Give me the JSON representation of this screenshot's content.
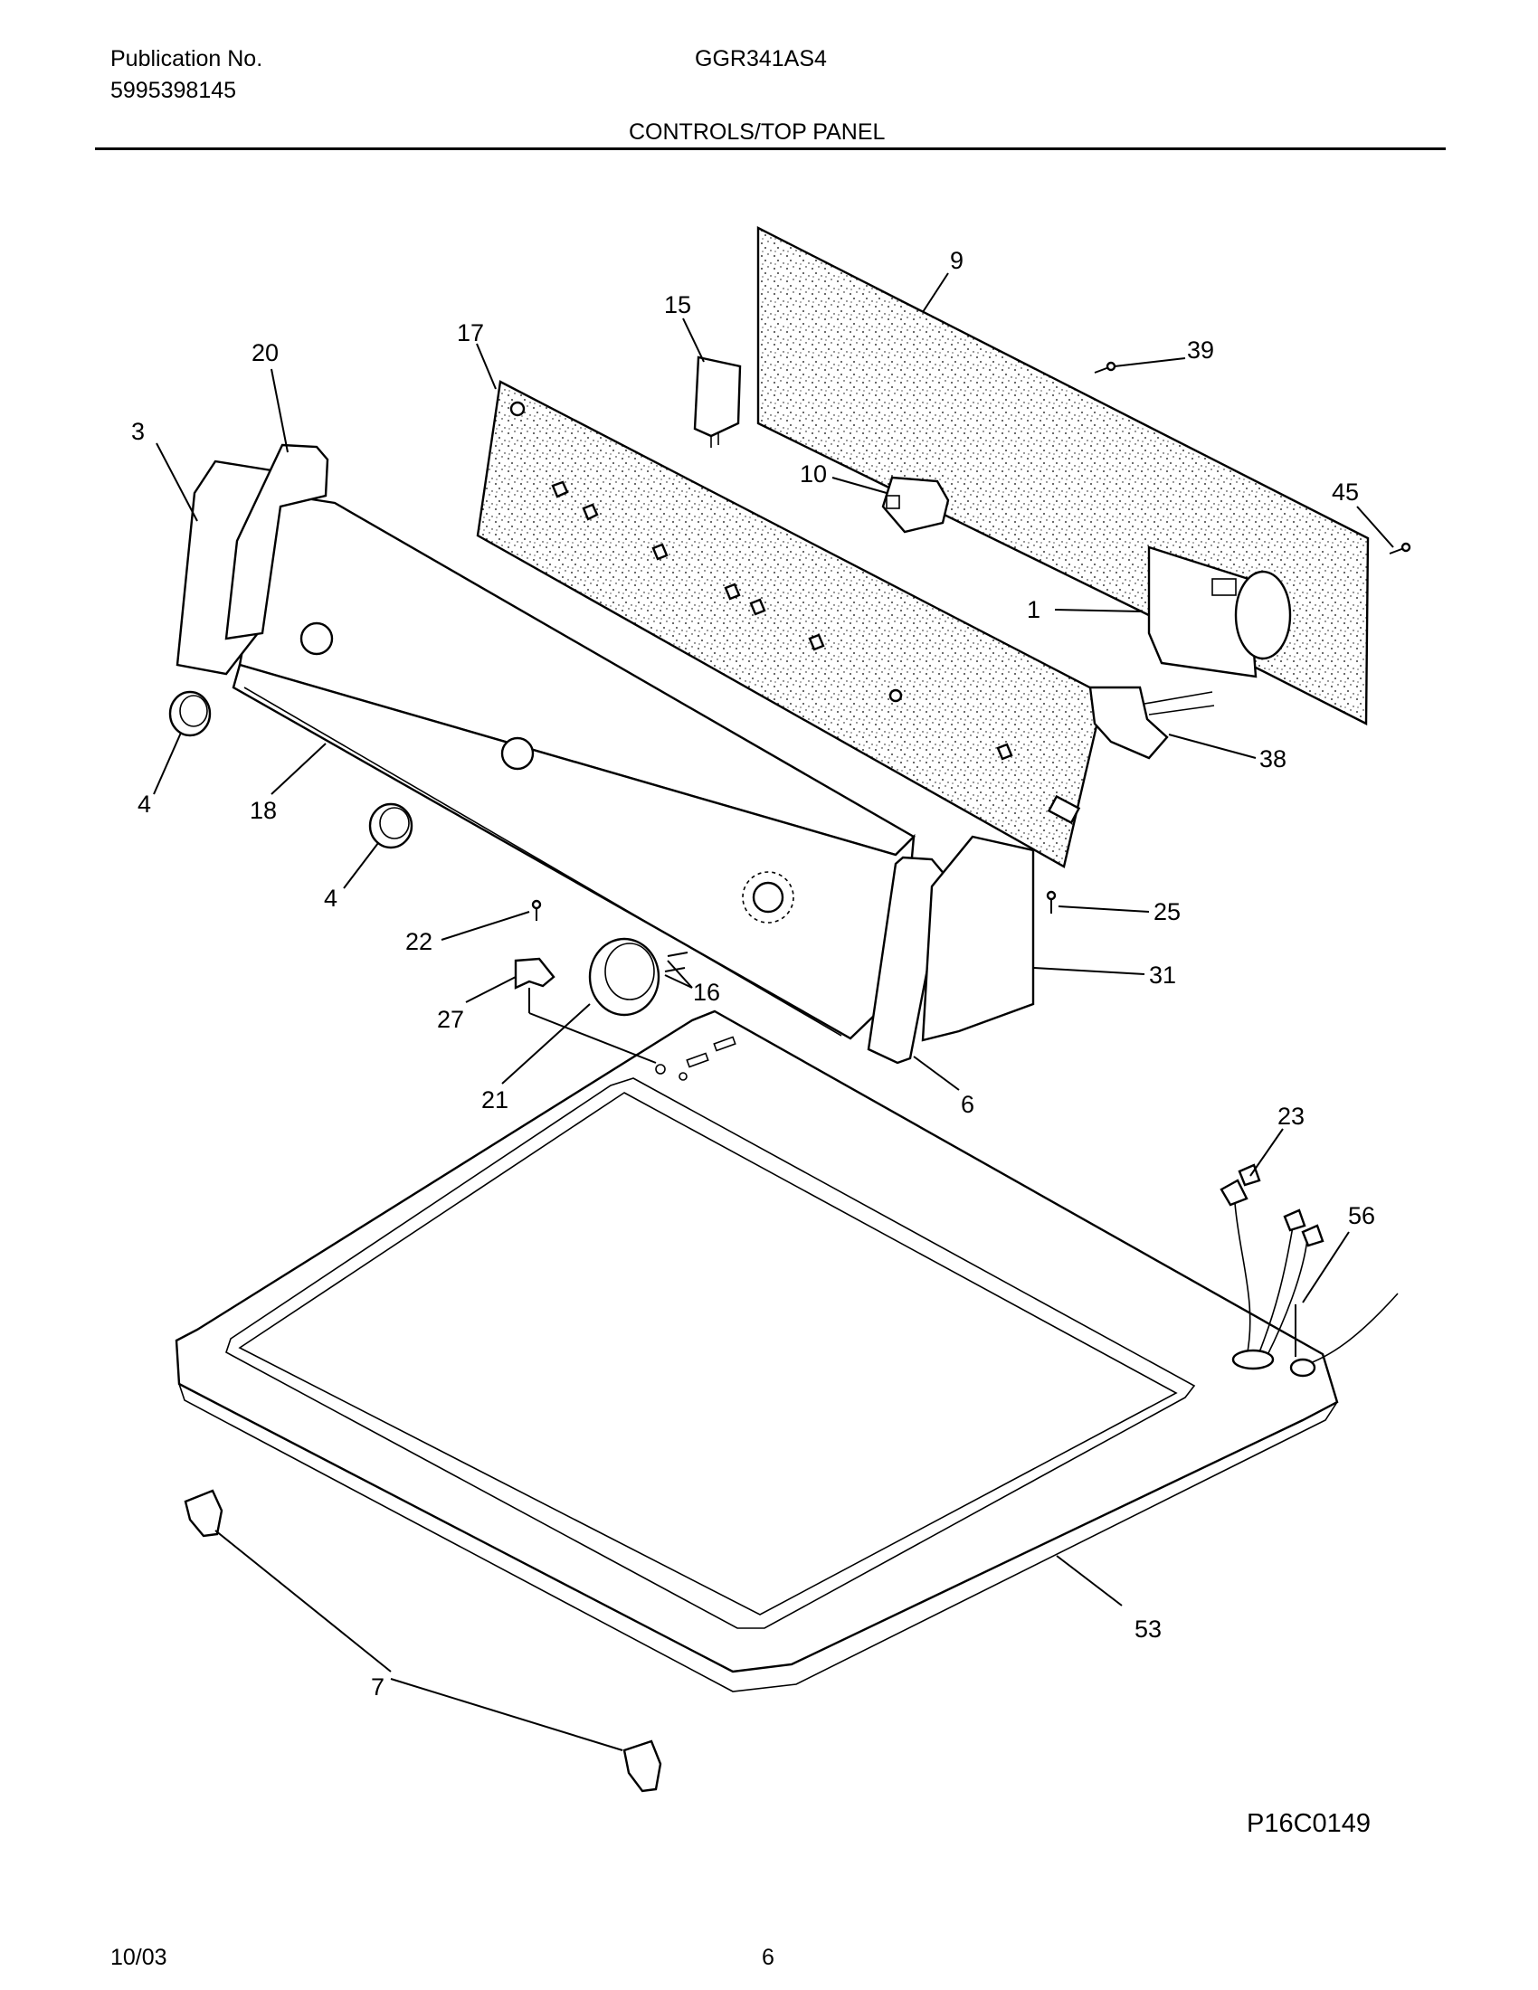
{
  "header": {
    "publication_label": "Publication No.",
    "publication_number": "5995398145",
    "model": "GGR341AS4",
    "section_title": "CONTROLS/TOP PANEL"
  },
  "diagram": {
    "code": "P16C0149",
    "callouts": [
      "9",
      "15",
      "39",
      "17",
      "20",
      "45",
      "3",
      "10",
      "1",
      "38",
      "4",
      "18",
      "4",
      "25",
      "22",
      "16",
      "31",
      "27",
      "21",
      "6",
      "23",
      "56",
      "53",
      "7"
    ]
  },
  "footer": {
    "date": "10/03",
    "page": "6"
  }
}
